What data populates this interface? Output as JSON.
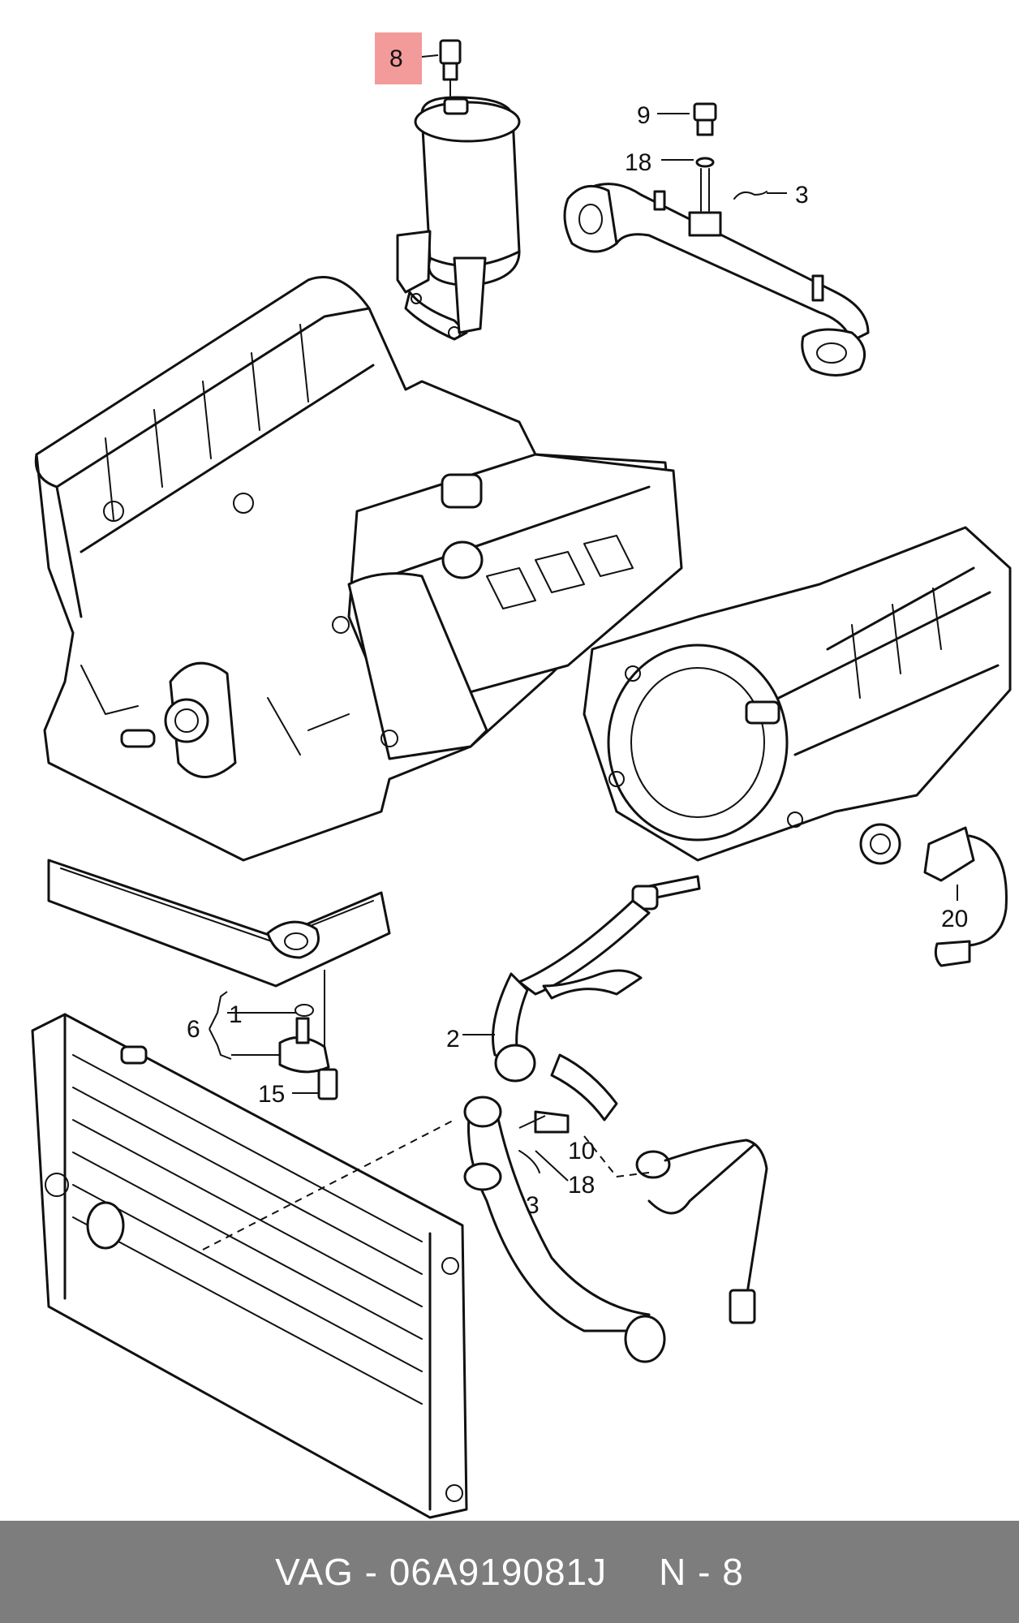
{
  "diagram": {
    "highlight_color": "#f39a9a",
    "callouts": [
      {
        "id": "8",
        "text": "8",
        "highlighted": true
      },
      {
        "id": "9",
        "text": "9"
      },
      {
        "id": "18a",
        "text": "18"
      },
      {
        "id": "3a",
        "text": "3"
      },
      {
        "id": "20",
        "text": "20"
      },
      {
        "id": "1",
        "text": "1"
      },
      {
        "id": "6",
        "text": "6"
      },
      {
        "id": "2",
        "text": "2"
      },
      {
        "id": "15",
        "text": "15"
      },
      {
        "id": "10",
        "text": "10"
      },
      {
        "id": "18b",
        "text": "18"
      },
      {
        "id": "3b",
        "text": "3"
      }
    ]
  },
  "footer": {
    "part_number": "VAG - 06A919081J",
    "position": "N - 8",
    "background": "#7d7d7d"
  }
}
